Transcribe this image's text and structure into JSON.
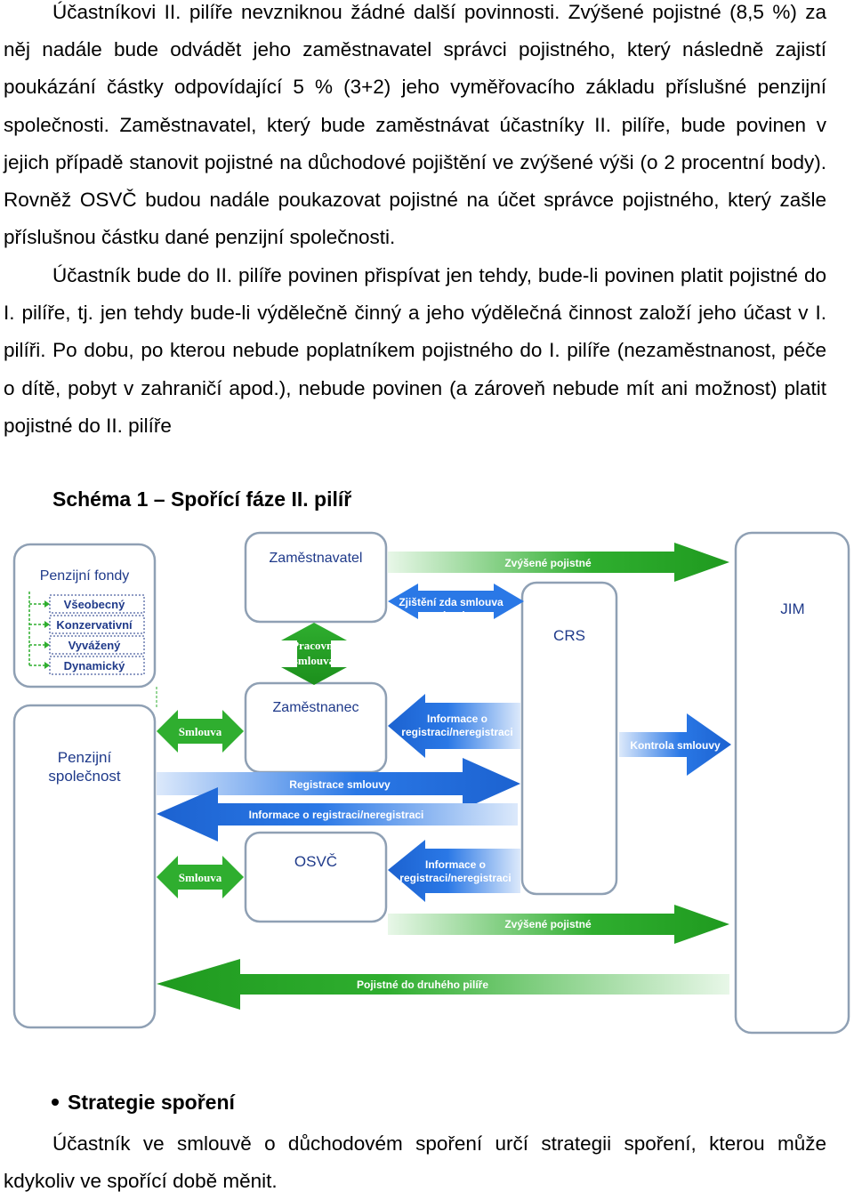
{
  "paragraphs": {
    "p1": "Účastníkovi II. pilíře nevzniknou žádné další povinnosti. Zvýšené pojistné (8,5 %) za něj nadále bude odvádět jeho zaměstnavatel správci pojistného, který následně zajistí poukázání částky odpovídající 5 % (3+2) jeho vyměřovacího základu příslušné penzijní společnosti. Zaměstnavatel, který bude zaměstnávat účastníky II. pilíře, bude povinen v jejich případě stanovit pojistné na důchodové pojištění ve zvýšené výši (o 2 procentní body). Rovněž OSVČ budou nadále poukazovat pojistné na účet správce pojistného, který zašle příslušnou částku dané penzijní společnosti.",
    "p2": "Účastník bude do II. pilíře povinen přispívat jen tehdy, bude-li povinen platit pojistné do I. pilíře, tj. jen tehdy bude-li výdělečně činný a jeho výdělečná činnost založí jeho účast v I. pilíři. Po dobu, po kterou nebude poplatníkem pojistného do I. pilíře (nezaměstnanost, péče o dítě, pobyt v zahraničí apod.), nebude povinen (a zároveň nebude mít ani možnost) platit pojistné do II. pilíře",
    "p3": "Účastník ve smlouvě o důchodovém spoření určí strategii spoření, kterou může kdykoliv ve spořící době měnit."
  },
  "heading": "Schéma 1 – Spořící fáze II. pilíř",
  "bullet": "Strategie spoření",
  "diagram": {
    "colors": {
      "green": "#2fae2f",
      "blue": "#1f6fe3",
      "box_border": "#8fa0b4",
      "box_text": "#1f3a8a"
    },
    "boxes": {
      "fondy_title": "Penzijní fondy",
      "fund_1": "Všeobecný",
      "fund_2": "Konzervativní",
      "fund_3": "Vyvážený",
      "fund_4": "Dynamický",
      "zamestnavatel": "Zaměstnavatel",
      "zamestnanec": "Zaměstnanec",
      "osvc": "OSVČ",
      "crs": "CRS",
      "jim": "JIM",
      "penzijni_1": "Penzijní",
      "penzijni_2": "společnost"
    },
    "arrows": {
      "zvysene_top": "Zvýšené pojistné",
      "zjisteni_1": "Zjištění zda smlouva",
      "zjisteni_2": "existuje",
      "pracovni_1": "Pracovní",
      "pracovni_2": "smlouva",
      "smlouva_1": "Smlouva",
      "informace_1a": "Informace o",
      "informace_1b": "registraci/neregistraci",
      "kontrola": "Kontrola smlouvy",
      "registrace": "Registrace smlouvy",
      "informace_long": "Informace o registraci/neregistraci",
      "smlouva_2": "Smlouva",
      "informace_2a": "Informace o",
      "informace_2b": "registraci/neregistraci",
      "zvysene_bottom": "Zvýšené pojistné",
      "pojistne_druheho": "Pojistné do druhého pilíře"
    }
  }
}
